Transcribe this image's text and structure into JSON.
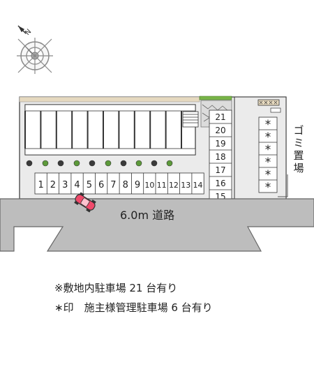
{
  "compass": {
    "icon": "compass-icon",
    "north_letter": "N"
  },
  "site": {
    "open_spaces": [
      "1",
      "2",
      "3",
      "4",
      "5",
      "6",
      "7",
      "8",
      "9",
      "10",
      "11",
      "12",
      "13",
      "14"
    ],
    "column_spaces": [
      "21",
      "20",
      "19",
      "18",
      "17",
      "16",
      "15"
    ],
    "owner_spaces": [
      "*",
      "*",
      "*",
      "*",
      "*",
      "*"
    ],
    "building_units": 10,
    "garbage_label": "ゴミ置場"
  },
  "road": {
    "label": "6.0m 道路"
  },
  "notes": {
    "line1": "※敷地内駐車場 21 台有り",
    "line2": "∗印　施主様管理駐車場 6 台有り"
  },
  "colors": {
    "road": "#bdbdbd",
    "site_ground": "#ebebeb",
    "building": "#ffffff",
    "outline": "#333333",
    "car_body": "#f04a6b",
    "green_strip": "#79b548",
    "tan_strip": "#e6d9bf"
  }
}
